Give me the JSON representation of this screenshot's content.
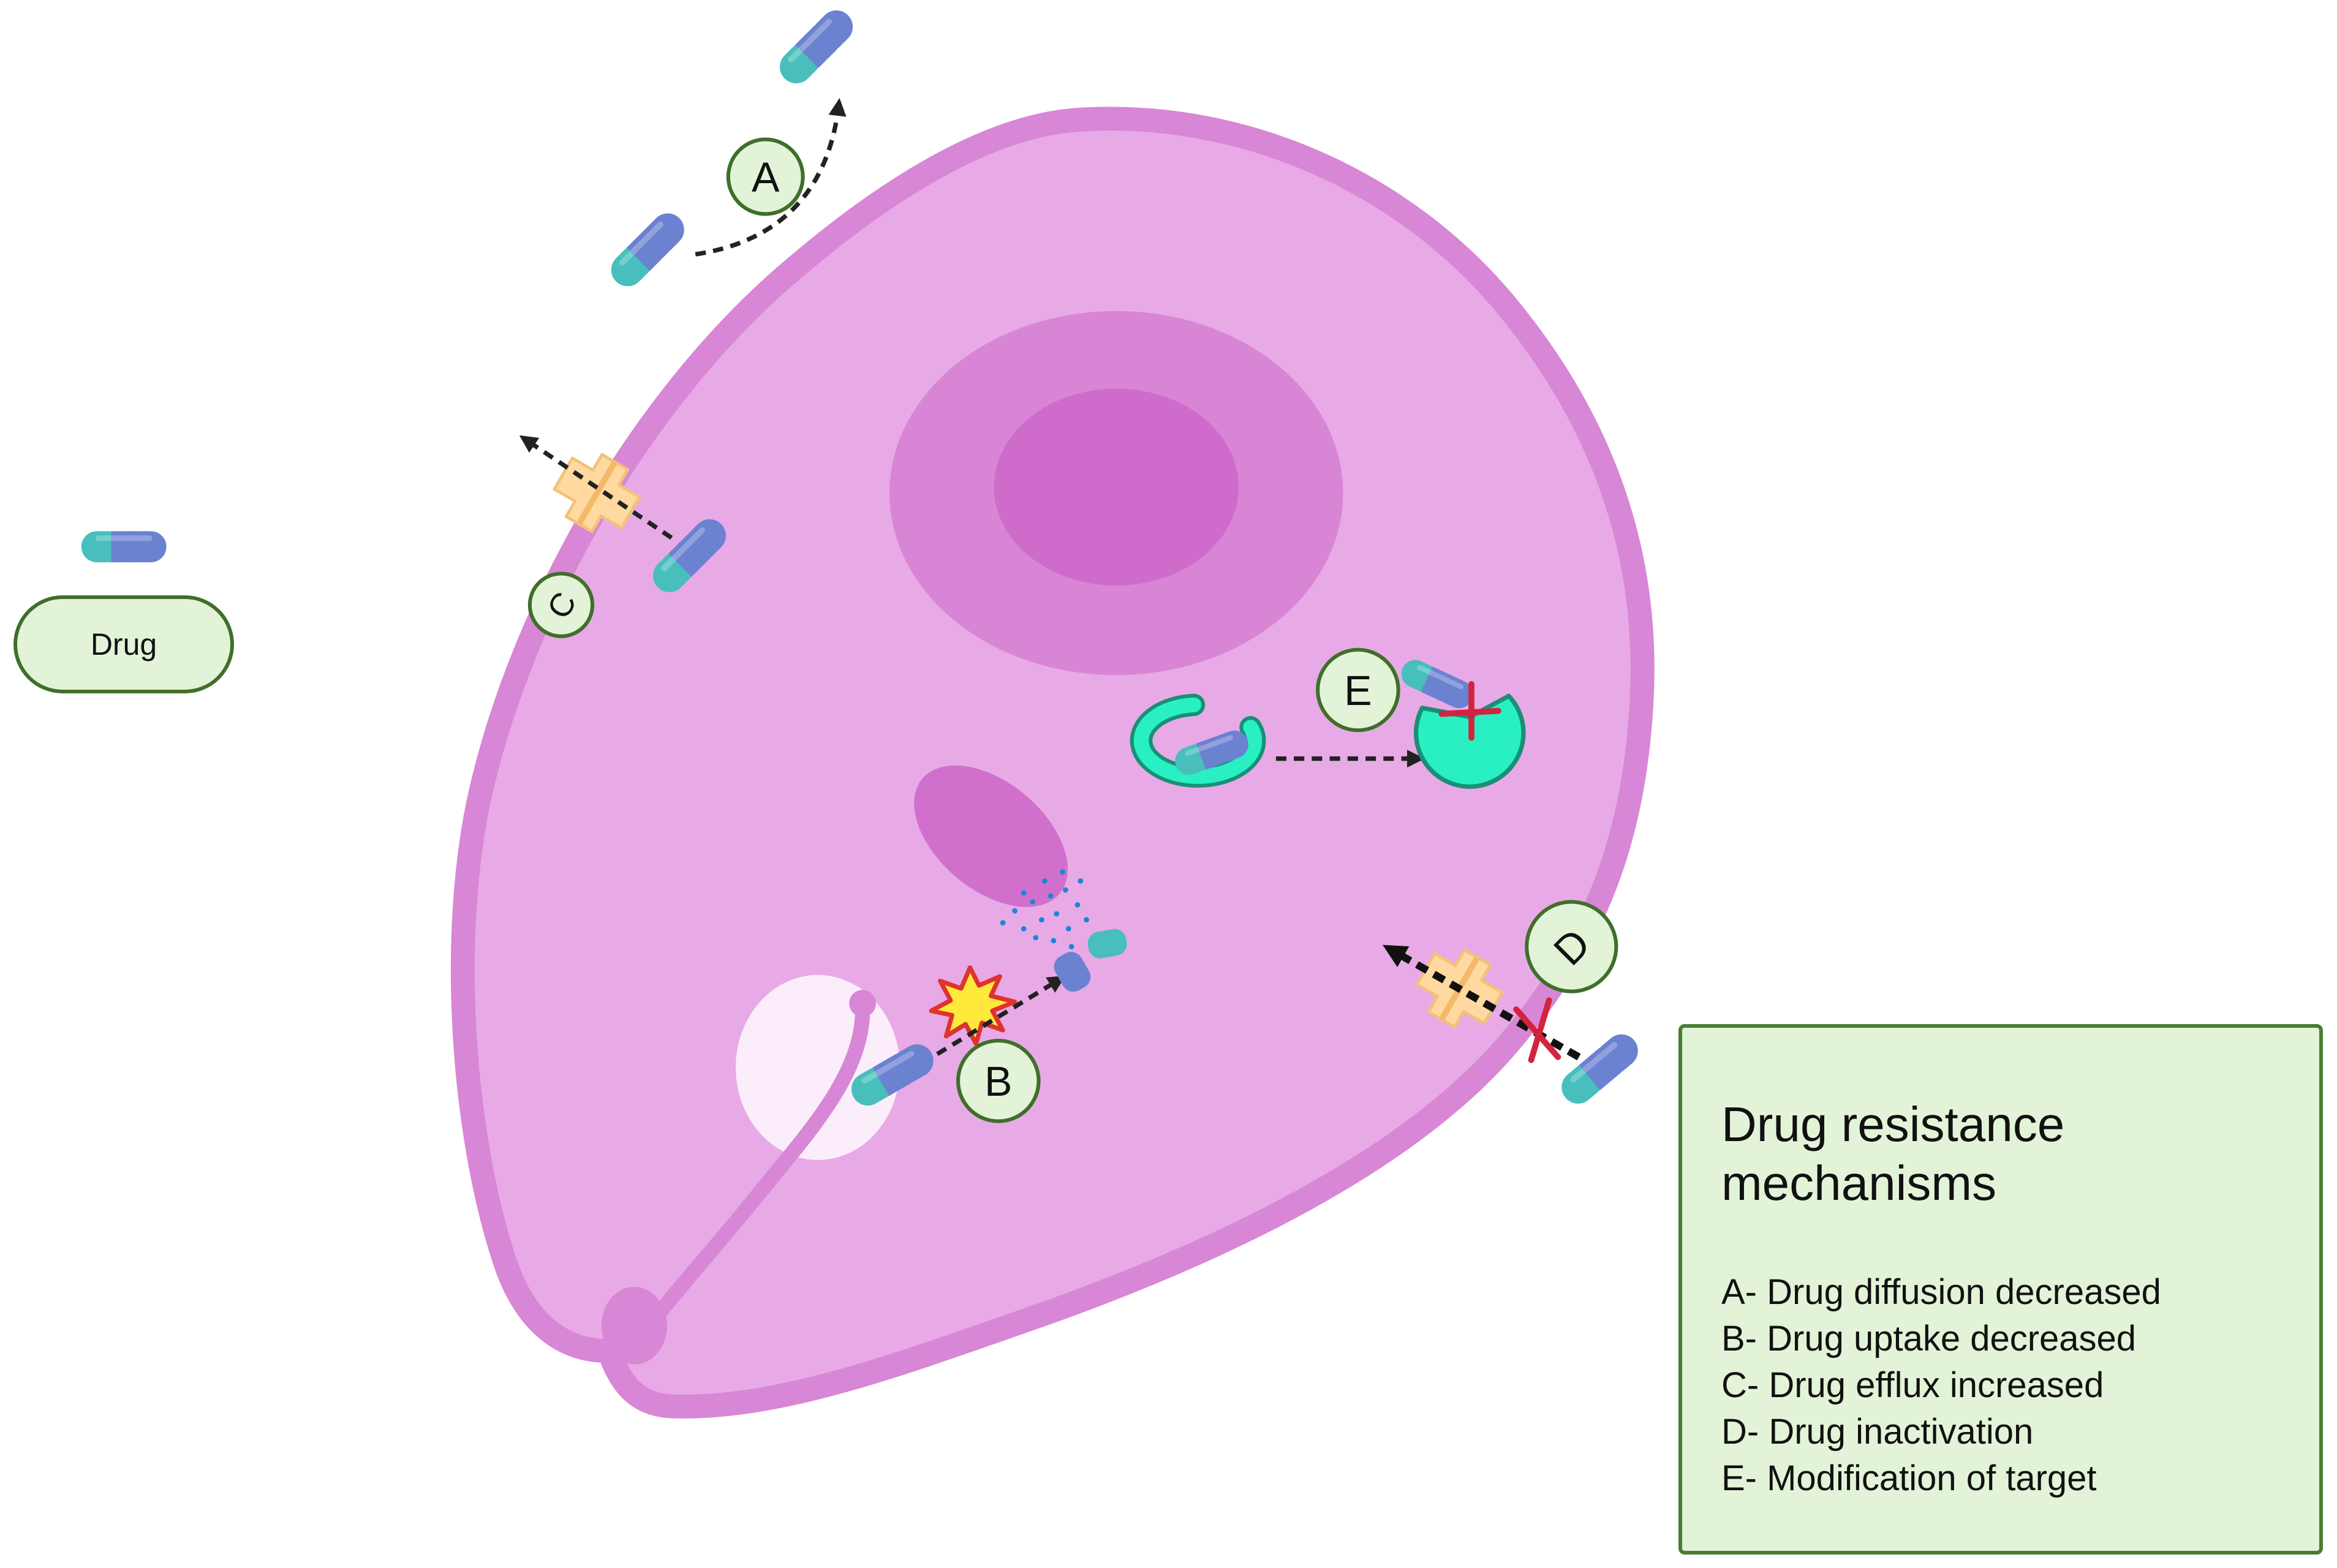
{
  "diagram": {
    "markers": {
      "a": "A",
      "b": "B",
      "c": "C",
      "d": "D",
      "e": "E"
    },
    "key": {
      "label": "Drug"
    },
    "legend": {
      "title": "Drug resistance mechanisms",
      "items": [
        "A- Drug diffusion decreased",
        "B- Drug uptake decreased",
        "C- Drug efflux increased",
        "D- Drug inactivation",
        "E- Modification of target"
      ]
    }
  },
  "colors": {
    "cell_membrane": "#d886d6",
    "cytoplasm": "#e8aae6",
    "nucleus_outer": "#d985d5",
    "nucleus_inner": "#cf6ccb",
    "organelle": "#d070cc",
    "vacuole": "#fbeefa",
    "capsule_blue": "#6b82d1",
    "capsule_teal": "#48bfbd",
    "transporter": "#ffd9a0",
    "enzyme": "#28f0c2",
    "marker_fill": "#e3f3d8",
    "legend_border": "#4a7d33",
    "block_mark": "#d3243e",
    "burst_fill": "#ffe93a",
    "burst_stroke": "#e0322e",
    "fragments": "#1a86d6"
  },
  "icons": [
    "capsule-icon",
    "transporter-icon",
    "enzyme-icon",
    "burst-icon",
    "cross-mark-icon"
  ]
}
